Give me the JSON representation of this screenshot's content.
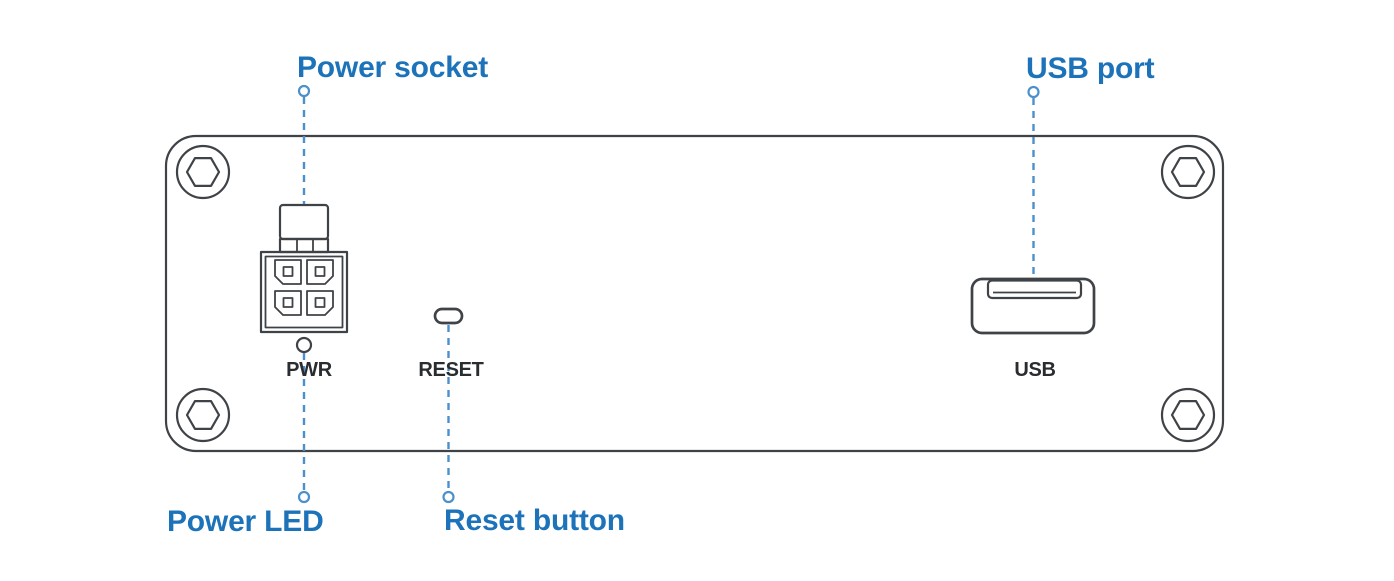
{
  "diagram": {
    "callouts": [
      {
        "id": "power-socket",
        "label": "Power socket"
      },
      {
        "id": "usb-port",
        "label": "USB port"
      },
      {
        "id": "power-led",
        "label": "Power LED"
      },
      {
        "id": "reset-button",
        "label": "Reset button"
      }
    ],
    "panel_labels": {
      "pwr": "PWR",
      "reset": "RESET",
      "usb": "USB"
    },
    "icons": [
      "corner-screw-icon",
      "power-socket-icon",
      "power-led-icon",
      "reset-button-icon",
      "usb-port-icon"
    ],
    "colors": {
      "callout_text": "#1c73b9",
      "callout_line": "#4b90cd",
      "outline": "#3f4347",
      "panel_text": "#2a2d30",
      "background": "#ffffff"
    }
  }
}
